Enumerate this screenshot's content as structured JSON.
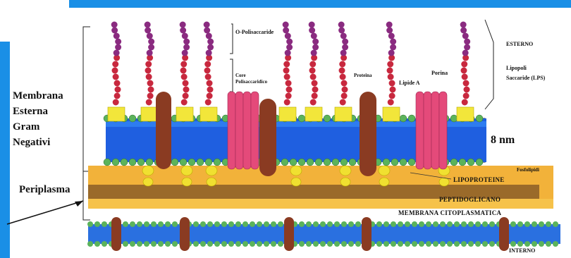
{
  "labels": {
    "membrana_lines": [
      "Membrana",
      "Esterna",
      "Gram",
      "Negativi"
    ],
    "periplasma": "Periplasma",
    "o_polisaccaride": "O-Polisaccaride",
    "core_lines": [
      "Core",
      "Polisaccaridico"
    ],
    "proteina": "Proteina",
    "porina": "Porina",
    "lipide_a": "Lipide A",
    "esterno": "ESTERNO",
    "lps_lines": [
      "Lipopoli",
      "Saccaride (LPS)"
    ],
    "thickness": "8 nm",
    "fosfolipidi": "Fosfolipidi",
    "lipoproteine": "LIPOPROTEINE",
    "peptidoglicano": "PEPTIDOGLICANO",
    "membrana_citoplasmatica": "MEMBRANA CITOPLASMATICA",
    "interno": "INTERNO"
  },
  "colors": {
    "frame_blue": "#1a8fe6",
    "o_chain": "#8a2b80",
    "core_chain": "#c8283e",
    "lipid_a": "#f2e63a",
    "lipid_layer": "#1f5fe0",
    "head_green": "#5bb35b",
    "protein_brown": "#8a3b22",
    "porin_pink": "#e44a7a",
    "lipoprotein": "#f0e030",
    "periplasm": "#f2b23a",
    "peptidoglycan": "#9a6a2a"
  }
}
